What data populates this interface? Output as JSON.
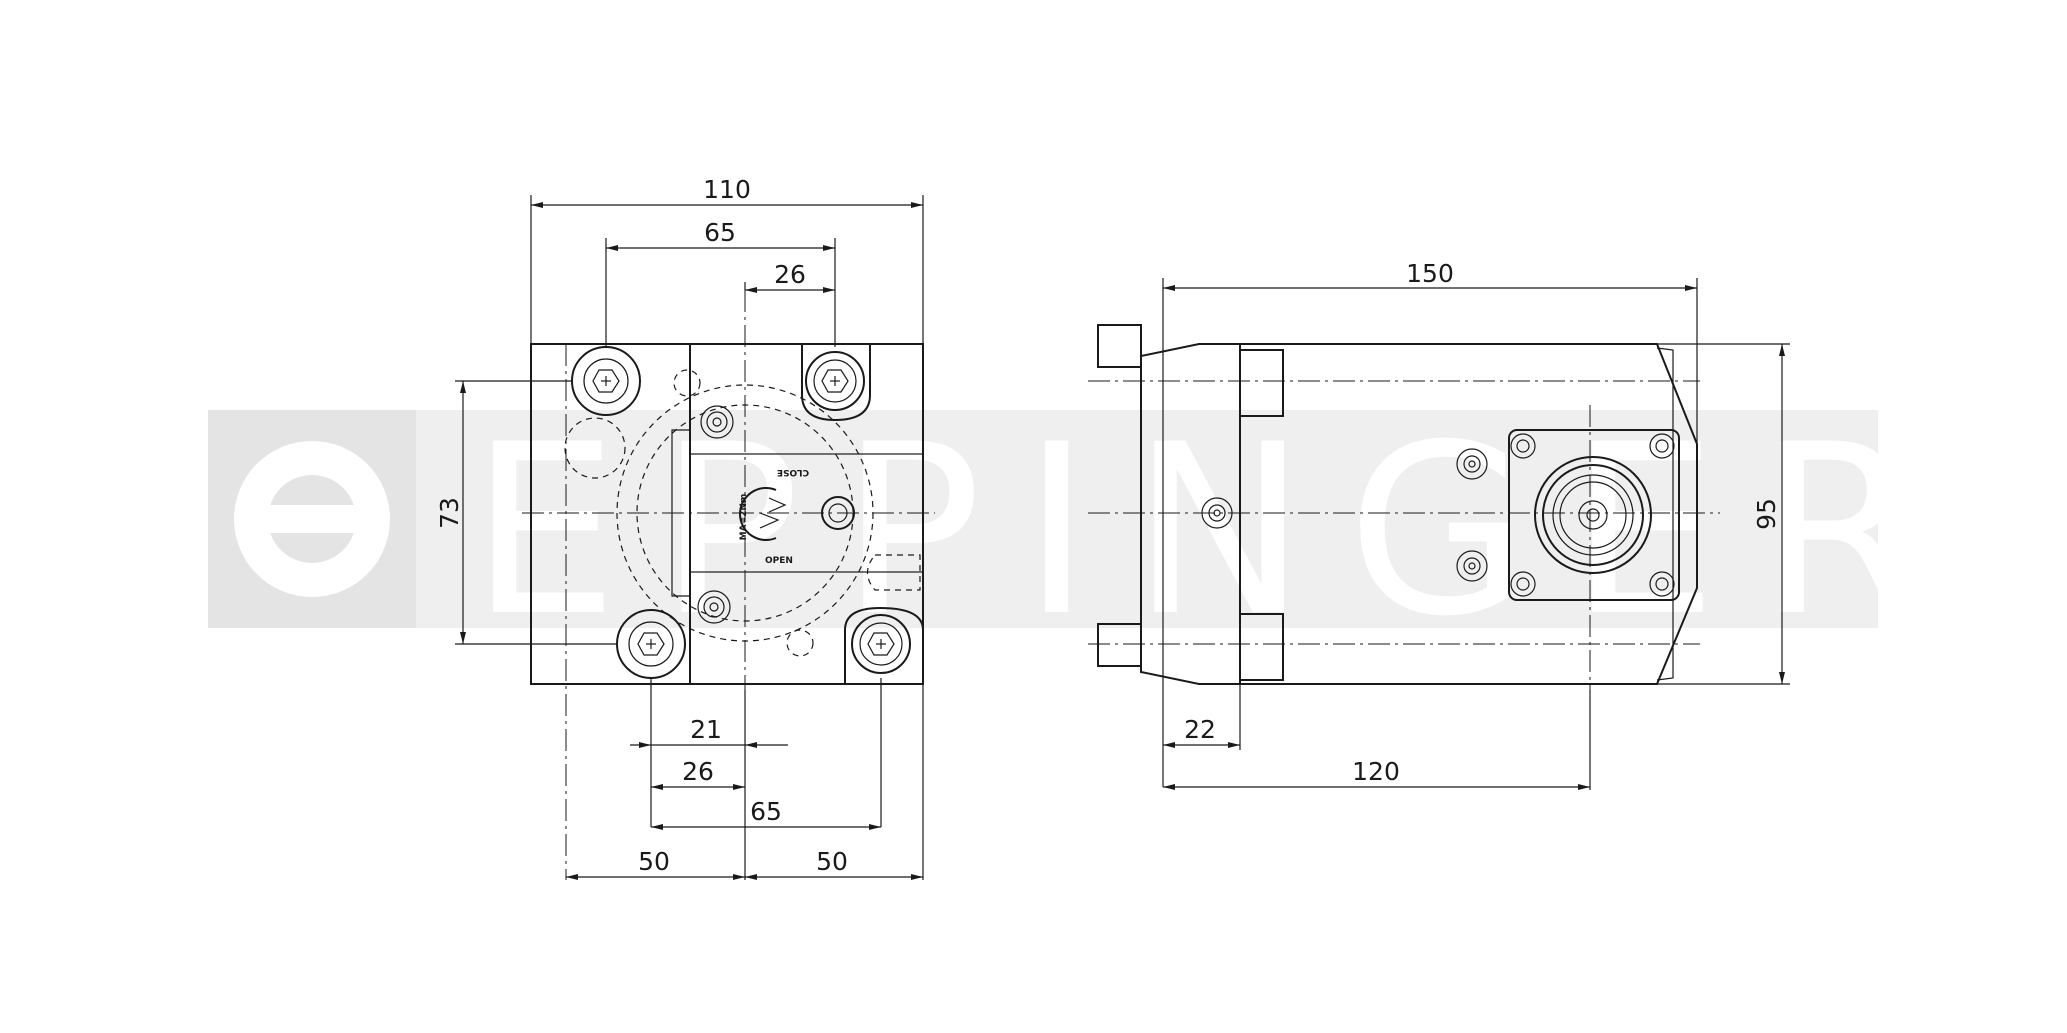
{
  "watermark": {
    "text": "EPPINGER",
    "color": "#efefef"
  },
  "front_view": {
    "dimensions": {
      "overall_width": "110",
      "bolt_spacing_top": "65",
      "center_offset_top": "26",
      "height_spacing": "73",
      "offset_21": "21",
      "offset_26_bottom": "26",
      "bolt_spacing_bottom": "65",
      "half_left": "50",
      "half_right": "50"
    },
    "labels": {
      "close": "CLOSE",
      "open": "OPEN",
      "torque": "MA=2Nm"
    }
  },
  "side_view": {
    "dimensions": {
      "overall_length": "150",
      "height": "95",
      "flange_offset": "22",
      "drive_position": "120"
    }
  }
}
